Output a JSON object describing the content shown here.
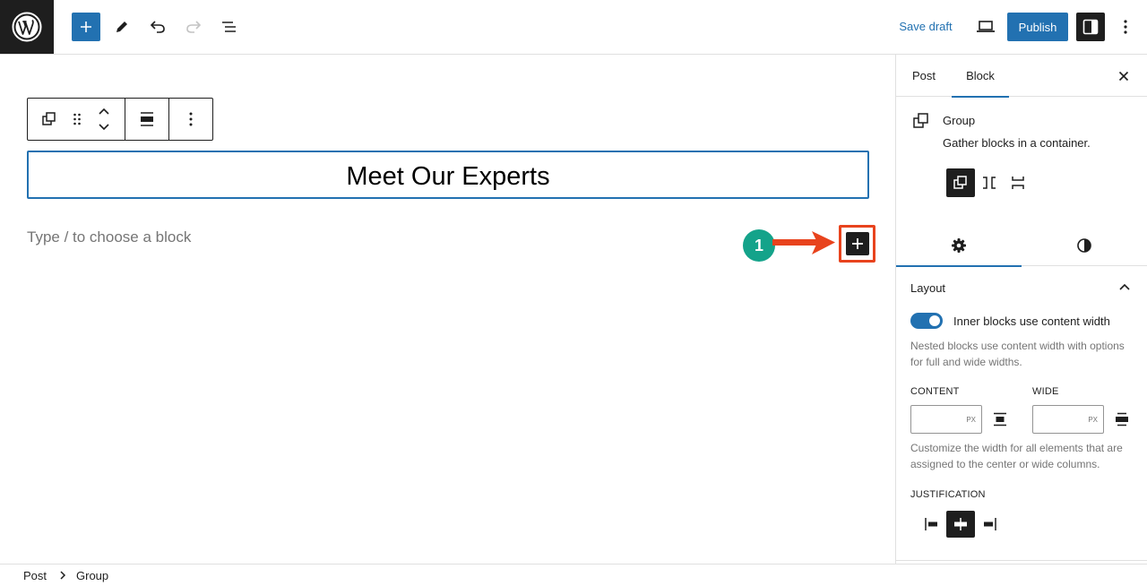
{
  "topbar": {
    "save_draft": "Save draft",
    "publish": "Publish",
    "icons": [
      "wordpress-logo",
      "plus-icon",
      "pencil-icon",
      "undo-icon",
      "redo-icon",
      "list-view-icon",
      "desktop-preview-icon",
      "sidebar-icon",
      "more-vertical-icon"
    ]
  },
  "canvas": {
    "heading": "Meet Our Experts",
    "placeholder": "Type / to choose a block",
    "annotation_number": "1",
    "annotation_color": "#e8431d",
    "badge_color": "#14a38a"
  },
  "sidebar": {
    "tabs": [
      "Post",
      "Block"
    ],
    "active_tab": "Block",
    "block_card": {
      "title": "Group",
      "description": "Gather blocks in a container."
    },
    "layout": {
      "title": "Layout",
      "toggle_label": "Inner blocks use content width",
      "toggle_on": true,
      "help": "Nested blocks use content width with options for full and wide widths.",
      "content_label": "CONTENT",
      "wide_label": "WIDE",
      "content_unit": "PX",
      "wide_unit": "PX",
      "content_value": "",
      "wide_value": "",
      "width_help": "Customize the width for all elements that are assigned to the center or wide columns.",
      "justification_label": "JUSTIFICATION",
      "justification_selected": "center"
    }
  },
  "footer": {
    "breadcrumb": [
      "Post",
      "Group"
    ]
  },
  "colors": {
    "accent": "#2271b1",
    "dark": "#1e1e1e"
  }
}
